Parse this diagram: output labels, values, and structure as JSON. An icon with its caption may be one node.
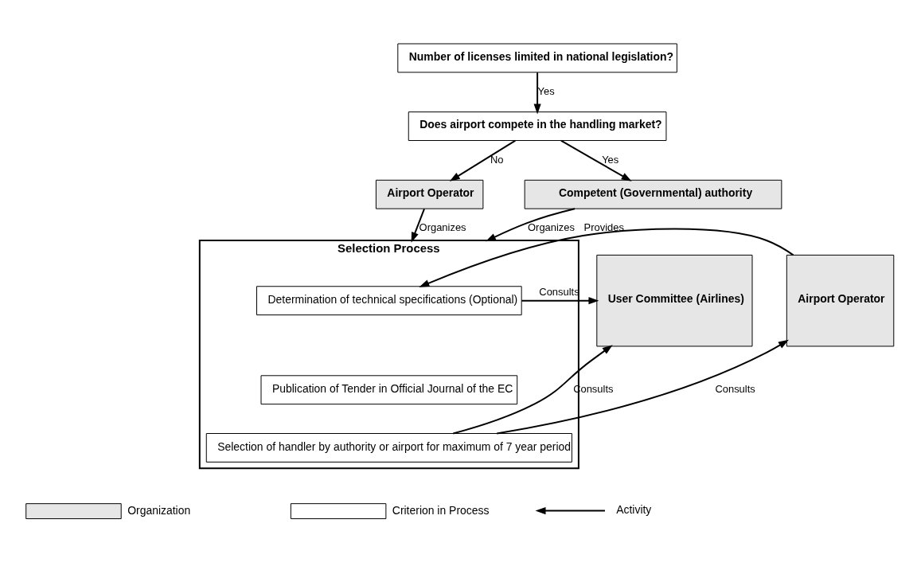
{
  "diagram": {
    "nodes": [
      {
        "text": [
          "Number of licenses limited in national legislation?"
        ]
      },
      {
        "text": [
          "Does airport compete in the handling market?"
        ]
      },
      {
        "text": [
          "Airport Operator"
        ]
      },
      {
        "text": [
          "Competent (Governmental) authority"
        ]
      },
      {
        "text": [
          "Selection Process"
        ]
      },
      {
        "text": [
          "Determination of technical specifications (Optional)"
        ],
        "in": 4
      },
      {
        "text": [
          "Publication of Tender in Official Journal of the EC"
        ],
        "in": 4
      },
      {
        "text": [
          "Selection of handler by authority or airport for maximum of 7 year period"
        ],
        "in": 4
      },
      {
        "text": [
          "User Committee (Airlines)"
        ]
      },
      {
        "text": [
          "Airport Operator"
        ]
      }
    ],
    "edges": [
      {
        "from": 0,
        "to": 1,
        "arrow": "to",
        "label": "Yes"
      },
      {
        "from": 1,
        "to": 2,
        "arrow": "to",
        "label": "No"
      },
      {
        "from": 1,
        "to": 3,
        "arrow": "to",
        "label": "Yes"
      },
      {
        "from": 3,
        "to": 4,
        "arrow": "to",
        "label": "Organizes"
      },
      {
        "from": 2,
        "to": 4,
        "arrow": "to",
        "label": "Organizes"
      },
      {
        "from": 5,
        "to": 8,
        "arrow": "to",
        "label": "Consults"
      },
      {
        "from": 7,
        "to": 8,
        "arrow": "to",
        "label": "Consults"
      },
      {
        "from": 9,
        "to": 5,
        "arrow": "to",
        "label": "Provides"
      },
      {
        "from": 7,
        "to": 9,
        "arrow": "to",
        "label": "Consults"
      }
    ],
    "legend": [
      {
        "text": "Organization",
        "color": "#e6e6e6"
      },
      {
        "text": "Criterion in Process",
        "color": "#ffffff"
      },
      {
        "text": "Activity"
      }
    ]
  }
}
